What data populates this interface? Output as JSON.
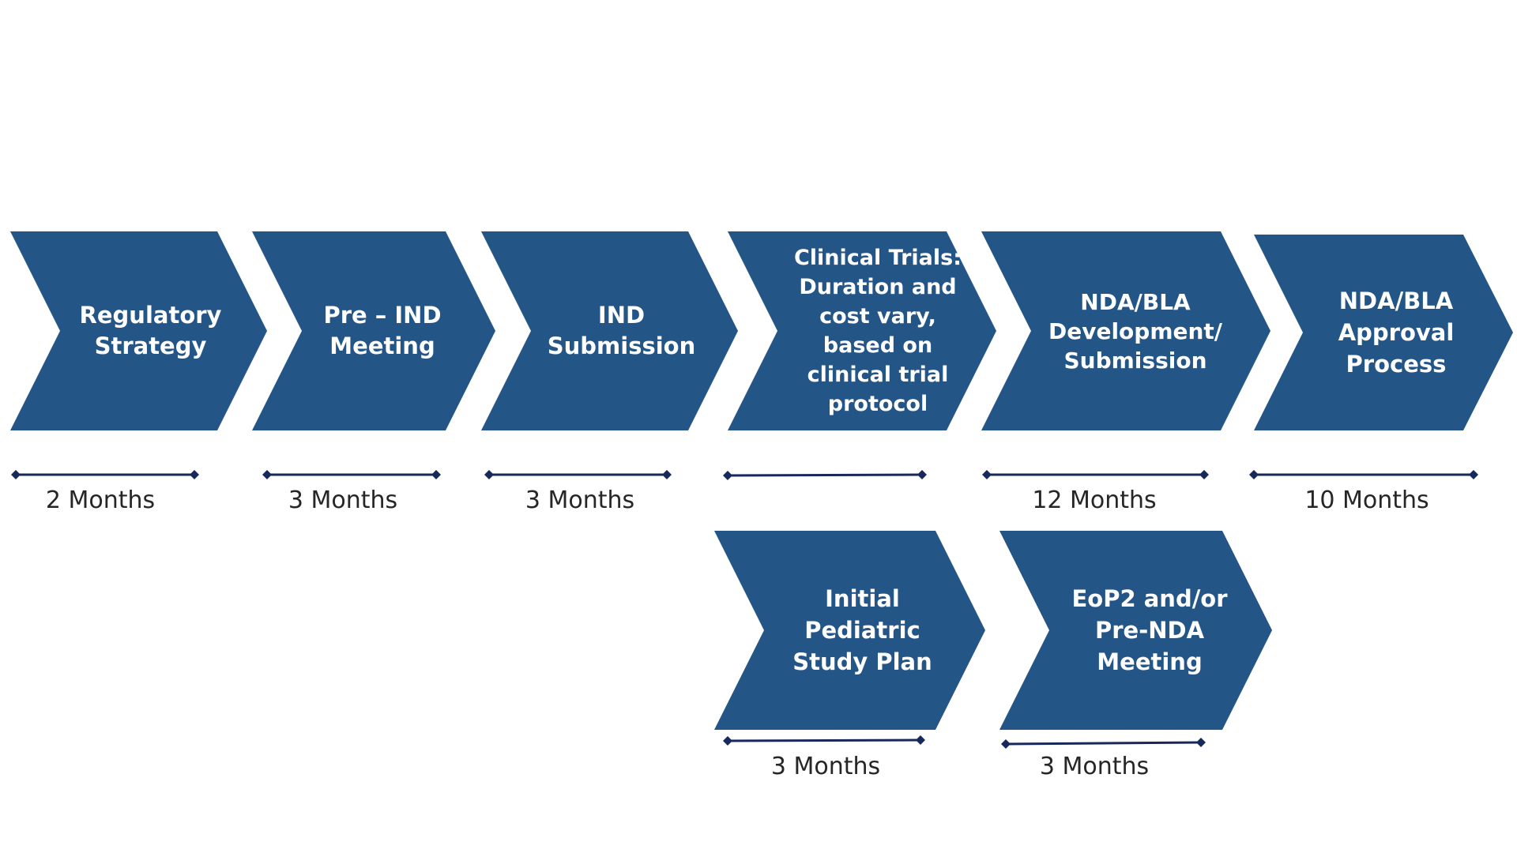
{
  "colors": {
    "chevron_fill": "#245587",
    "duration_line": "#17295a",
    "chevron_text": "#ffffff",
    "duration_text": "#262626",
    "background": "#ffffff"
  },
  "stages": [
    {
      "label": "Regulatory\nStrategy",
      "duration": "2 Months"
    },
    {
      "label": "Pre – IND\nMeeting",
      "duration": "3 Months"
    },
    {
      "label": "IND\nSubmission",
      "duration": "3 Months"
    },
    {
      "label": "Clinical Trials:\nDuration and\ncost vary,\nbased on\nclinical trial\nprotocol",
      "duration": ""
    },
    {
      "label": "NDA/BLA\nDevelopment/\nSubmission",
      "duration": "12 Months"
    },
    {
      "label": "NDA/BLA\nApproval\nProcess",
      "duration": "10 Months"
    }
  ],
  "parallel_stages": [
    {
      "label": "Initial\nPediatric\nStudy Plan",
      "duration": "3 Months"
    },
    {
      "label": "EoP2 and/or\nPre-NDA\nMeeting",
      "duration": "3 Months"
    }
  ]
}
